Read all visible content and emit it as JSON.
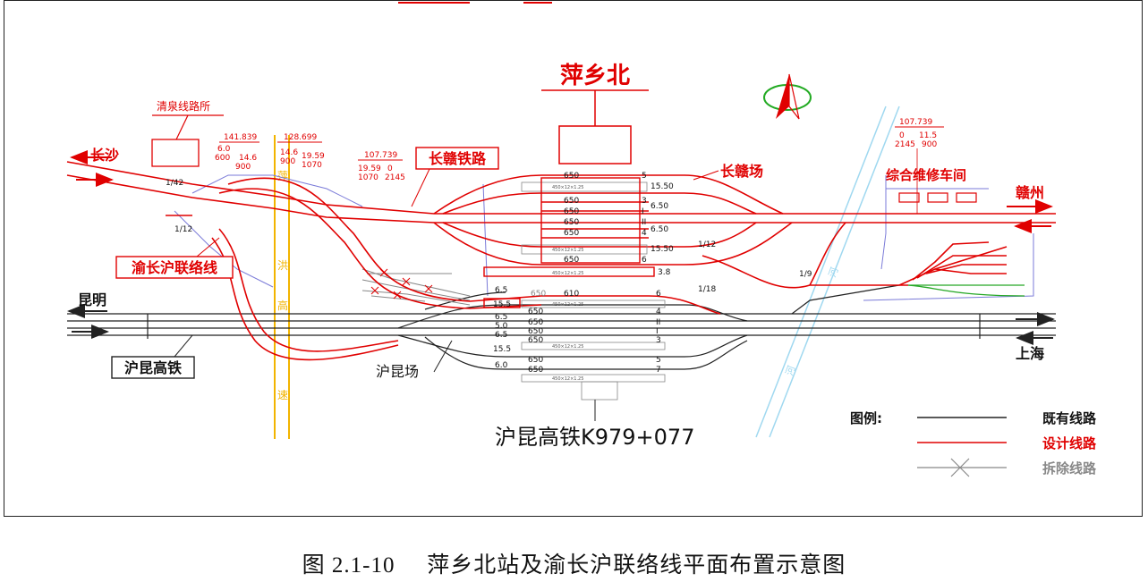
{
  "diagram": {
    "station_title": "萍乡北",
    "labels": {
      "changsha": "长沙",
      "ganzhou": "赣州",
      "kunming": "昆明",
      "shanghai": "上海",
      "qingquan": "清泉线路所",
      "changgan_railway": "长赣铁路",
      "changgan_yard": "长赣场",
      "maintenance": "综合维修车间",
      "yuchanghu_line": "渝长沪联络线",
      "hukun_hsr": "沪昆高铁",
      "hukun_yard": "沪昆场",
      "hukun_km": "沪昆高铁K979+077",
      "expressway": [
        "洪",
        "高",
        "速"
      ],
      "river": "河",
      "yellow_label": "萍"
    },
    "legend": {
      "title": "图例:",
      "items": [
        {
          "label": "既有线路",
          "color": "#222222"
        },
        {
          "label": "设计线路",
          "color": "#e00000"
        },
        {
          "label": "拆除线路",
          "color": "#888888"
        }
      ]
    },
    "chainages": {
      "a": {
        "top": "141.839",
        "l1": "6.0",
        "l2": "14.6",
        "l3": "600",
        "l4": "900"
      },
      "b": {
        "top": "128.699",
        "l1": "14.6",
        "l2": "19.59",
        "l3": "900",
        "l4": "1070"
      },
      "c": {
        "top": "107.739",
        "l1": "19.59",
        "l2": "0",
        "l3": "1070",
        "l4": "2145"
      },
      "d": {
        "top": "107.739",
        "l1": "0",
        "l2": "11.5",
        "l3": "2145",
        "l4": "900"
      }
    },
    "gradients": [
      "1/42",
      "1/12",
      "1/12",
      "1/9",
      "1/18"
    ],
    "track_numbers": [
      "650",
      "650",
      "650",
      "650",
      "650",
      "650",
      "650",
      "610",
      "650",
      "650",
      "650",
      "650",
      "650",
      "650"
    ],
    "track_ids": [
      "5",
      "3",
      "I",
      "II",
      "4",
      "6",
      "6",
      "4",
      "II",
      "I",
      "3",
      "5",
      "7"
    ],
    "platform_values": [
      "15.50",
      "6.50",
      "6.50",
      "15.50",
      "3.8",
      "6.5",
      "15.5",
      "6.5",
      "5.0",
      "6.5",
      "15.5",
      "6.0"
    ],
    "platform_spec": "450×12×1.25"
  },
  "caption": {
    "figure_number": "图 2.1-10",
    "title": "萍乡北站及渝长沪联络线平面布置示意图"
  },
  "colors": {
    "existing": "#222222",
    "design": "#e00000",
    "removed": "#888888",
    "expressway": "#f2b400",
    "river": "#9fd8f0",
    "blue_line": "#6b6bd6"
  }
}
